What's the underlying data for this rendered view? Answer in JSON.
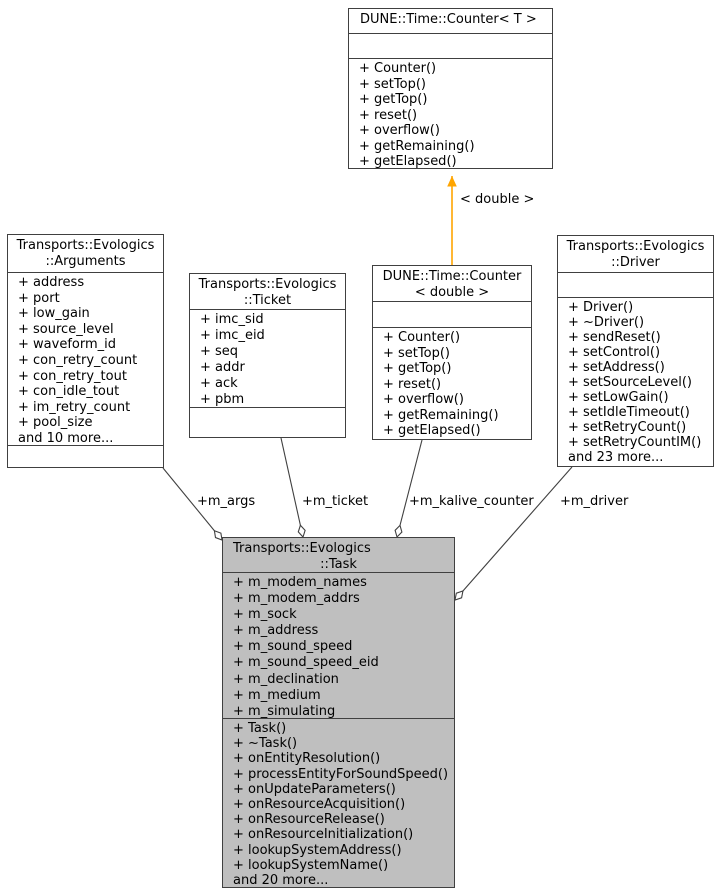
{
  "diagram": {
    "type": "uml-collaboration-graph",
    "colors": {
      "node_fill": "#ffffff",
      "highlight_node_fill": "#bfbfbf",
      "border": "#404040",
      "edge": "#404040",
      "template_edge": "#ffa500",
      "text": "#000000",
      "background": "#ffffff"
    },
    "nodes": {
      "counter_t": {
        "title": [
          "DUNE::Time::Counter< T >"
        ],
        "attributes": [],
        "methods": [
          "+ Counter()",
          "+ setTop()",
          "+ getTop()",
          "+ reset()",
          "+ overflow()",
          "+ getRemaining()",
          "+ getElapsed()"
        ]
      },
      "arguments": {
        "title": [
          "Transports::Evologics",
          "::Arguments"
        ],
        "attributes": [
          "+ address",
          "+ port",
          "+ low_gain",
          "+ source_level",
          "+ waveform_id",
          "+ con_retry_count",
          "+ con_retry_tout",
          "+ con_idle_tout",
          "+ im_retry_count",
          "+ pool_size",
          "and 10 more..."
        ],
        "methods": []
      },
      "ticket": {
        "title": [
          "Transports::Evologics",
          "::Ticket"
        ],
        "attributes": [
          "+ imc_sid",
          "+ imc_eid",
          "+ seq",
          "+ addr",
          "+ ack",
          "+ pbm"
        ],
        "methods": []
      },
      "counter_double": {
        "title": [
          "DUNE::Time::Counter",
          "< double >"
        ],
        "attributes": [],
        "methods": [
          "+ Counter()",
          "+ setTop()",
          "+ getTop()",
          "+ reset()",
          "+ overflow()",
          "+ getRemaining()",
          "+ getElapsed()"
        ]
      },
      "driver": {
        "title": [
          "Transports::Evologics",
          "::Driver"
        ],
        "attributes": [],
        "methods": [
          "+ Driver()",
          "+ ~Driver()",
          "+ sendReset()",
          "+ setControl()",
          "+ setAddress()",
          "+ setSourceLevel()",
          "+ setLowGain()",
          "+ setIdleTimeout()",
          "+ setRetryCount()",
          "+ setRetryCountIM()",
          "and 23 more..."
        ]
      },
      "task": {
        "title": [
          "Transports::Evologics",
          "::Task"
        ],
        "attributes": [
          "+ m_modem_names",
          "+ m_modem_addrs",
          "+ m_sock",
          "+ m_address",
          "+ m_sound_speed",
          "+ m_sound_speed_eid",
          "+ m_declination",
          "+ m_medium",
          "+ m_simulating"
        ],
        "methods": [
          "+ Task()",
          "+ ~Task()",
          "+ onEntityResolution()",
          "+ processEntityForSoundSpeed()",
          "+ onUpdateParameters()",
          "+ onResourceAcquisition()",
          "+ onResourceRelease()",
          "+ onResourceInitialization()",
          "+ lookupSystemAddress()",
          "+ lookupSystemName()",
          "and 20 more..."
        ]
      }
    },
    "edge_labels": {
      "template": "< double >",
      "m_args": "+m_args",
      "m_ticket": "+m_ticket",
      "m_kalive_counter": "+m_kalive_counter",
      "m_driver": "+m_driver"
    }
  }
}
